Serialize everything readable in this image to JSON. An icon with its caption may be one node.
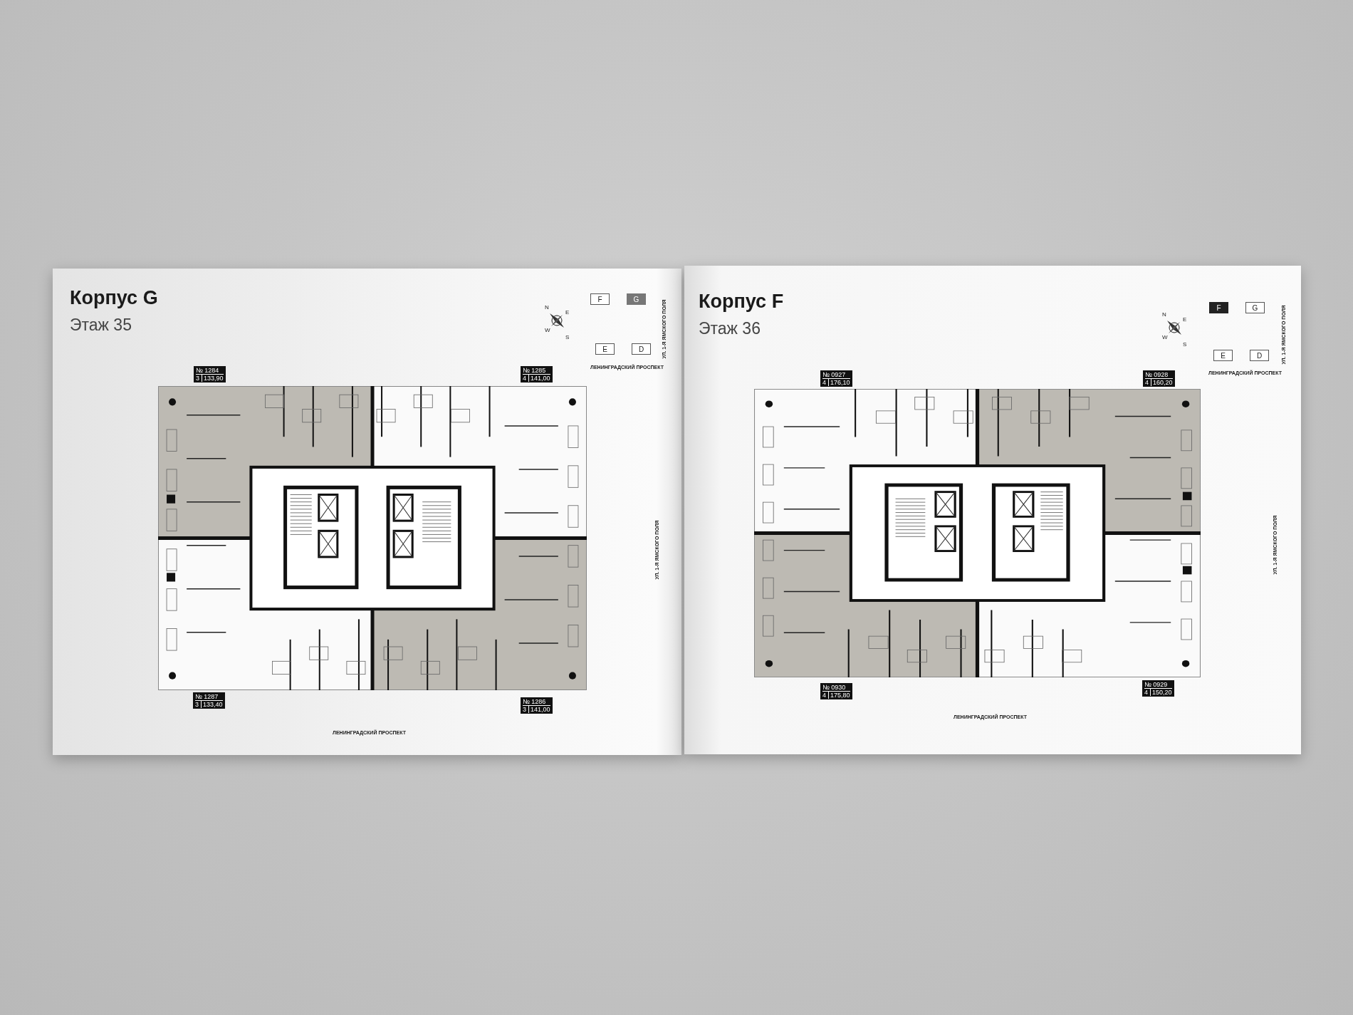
{
  "diagram": {
    "labels": [
      "Корпус G",
      "Этаж 35",
      "F",
      "G",
      "N",
      "E",
      "W",
      "S",
      "E",
      "D",
      "УЛ. 1-Я ЯМСКОГО ПОЛЯ",
      "№ 1284",
      "3",
      "133,90",
      "№ 1285",
      "4",
      "141,00",
      "ЛЕНИНГРАДСКИЙ ПРОСПЕКТ",
      "УЛ. 1-Я ЯМСКОГО ПОЛЯ",
      "№ 1287",
      "3",
      "133,40",
      "№ 1286",
      "3",
      "141,00",
      "ЛЕНИНГРАДСКИЙ ПРОСПЕКТ",
      "Корпус F",
      "Этаж 36",
      "F",
      "G",
      "N",
      "E",
      "W",
      "S",
      "E",
      "D",
      "УЛ. 1-Я ЯМСКОГО ПОЛЯ",
      "№ 0927",
      "4",
      "176,10",
      "№ 0928",
      "4",
      "160,20",
      "ЛЕНИНГРАДСКИЙ ПРОСПЕКТ",
      "УЛ. 1-Я ЯМСКОГО ПОЛЯ",
      "№ 0930",
      "4",
      "175,80",
      "№ 0929",
      "4",
      "150,20",
      "ЛЕНИНГРАДСКИЙ ПРОСПЕКТ"
    ]
  }
}
